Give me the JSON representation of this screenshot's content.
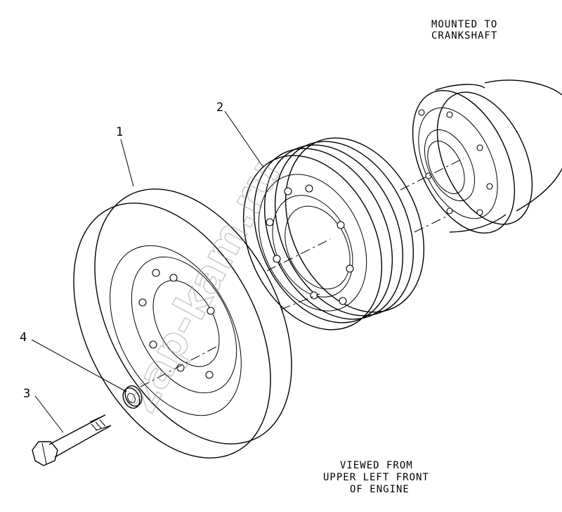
{
  "callouts": {
    "c1": "1",
    "c2": "2",
    "c3": "3",
    "c4": "4"
  },
  "notes": {
    "mounted_line1": "MOUNTED TO",
    "mounted_line2": "CRANKSHAFT",
    "viewed_line1": "VIEWED FROM",
    "viewed_line2": "UPPER LEFT FRONT",
    "viewed_line3": "OF ENGINE"
  },
  "watermark": "zap-kam.ru"
}
